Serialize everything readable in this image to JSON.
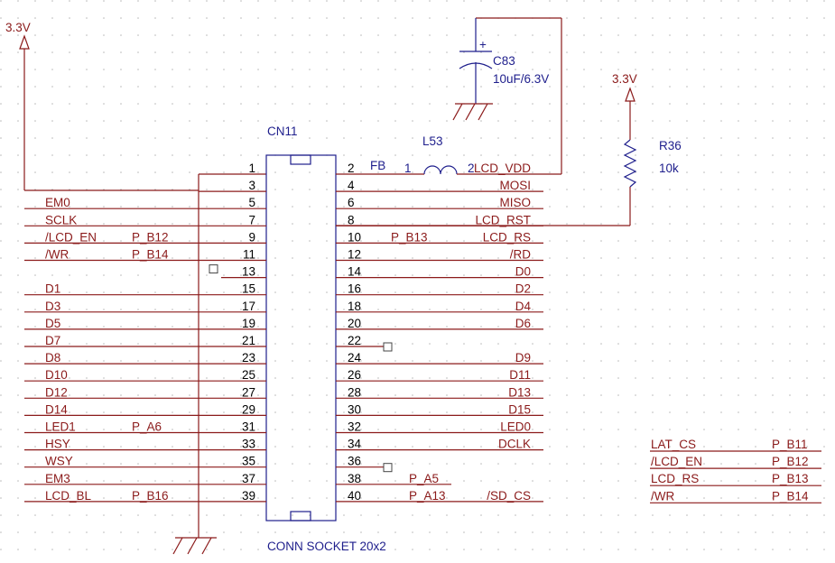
{
  "power": {
    "left_label": "3.3V",
    "right_label": "3.3V"
  },
  "connector": {
    "ref": "CN11",
    "value": "CONN SOCKET 20x2"
  },
  "capacitor": {
    "ref": "C83",
    "value": "10uF/6.3V",
    "polarity": "+"
  },
  "inductor": {
    "ref": "L53",
    "label": "FB",
    "pin1": "1",
    "pin2": "2"
  },
  "resistor": {
    "ref": "R36",
    "value": "10k"
  },
  "left_pins": [
    {
      "num": "1",
      "net": "",
      "port": ""
    },
    {
      "num": "3",
      "net": "",
      "port": ""
    },
    {
      "num": "5",
      "net": "EM0",
      "port": ""
    },
    {
      "num": "7",
      "net": "SCLK",
      "port": ""
    },
    {
      "num": "9",
      "net": "/LCD_EN",
      "port": "P_B12"
    },
    {
      "num": "11",
      "net": "/WR",
      "port": "P_B14"
    },
    {
      "num": "13",
      "net": "",
      "port": ""
    },
    {
      "num": "15",
      "net": "D1",
      "port": ""
    },
    {
      "num": "17",
      "net": "D3",
      "port": ""
    },
    {
      "num": "19",
      "net": "D5",
      "port": ""
    },
    {
      "num": "21",
      "net": "D7",
      "port": ""
    },
    {
      "num": "23",
      "net": "D8",
      "port": ""
    },
    {
      "num": "25",
      "net": "D10",
      "port": ""
    },
    {
      "num": "27",
      "net": "D12",
      "port": ""
    },
    {
      "num": "29",
      "net": "D14",
      "port": ""
    },
    {
      "num": "31",
      "net": "LED1",
      "port": "P_A6"
    },
    {
      "num": "33",
      "net": "HSY",
      "port": ""
    },
    {
      "num": "35",
      "net": "WSY",
      "port": ""
    },
    {
      "num": "37",
      "net": "EM3",
      "port": ""
    },
    {
      "num": "39",
      "net": "LCD_BL",
      "port": "P_B16"
    }
  ],
  "right_pins": [
    {
      "num": "2",
      "net": "LCD_VDD",
      "port": ""
    },
    {
      "num": "4",
      "net": "MOSI",
      "port": ""
    },
    {
      "num": "6",
      "net": "MISO",
      "port": ""
    },
    {
      "num": "8",
      "net": "LCD_RST",
      "port": ""
    },
    {
      "num": "10",
      "net": "LCD_RS",
      "port": "P_B13"
    },
    {
      "num": "12",
      "net": "/RD",
      "port": ""
    },
    {
      "num": "14",
      "net": "D0",
      "port": ""
    },
    {
      "num": "16",
      "net": "D2",
      "port": ""
    },
    {
      "num": "18",
      "net": "D4",
      "port": ""
    },
    {
      "num": "20",
      "net": "D6",
      "port": ""
    },
    {
      "num": "22",
      "net": "",
      "port": ""
    },
    {
      "num": "24",
      "net": "D9",
      "port": ""
    },
    {
      "num": "26",
      "net": "D11",
      "port": ""
    },
    {
      "num": "28",
      "net": "D13",
      "port": ""
    },
    {
      "num": "30",
      "net": "D15",
      "port": ""
    },
    {
      "num": "32",
      "net": "LED0",
      "port": ""
    },
    {
      "num": "34",
      "net": "DCLK",
      "port": ""
    },
    {
      "num": "36",
      "net": "",
      "port": ""
    },
    {
      "num": "38",
      "net": "",
      "port": "P_A5"
    },
    {
      "num": "40",
      "net": "/SD_CS",
      "port": "P_A13"
    }
  ],
  "pin_table": [
    {
      "signal": "LAT_CS",
      "port": "P_B11"
    },
    {
      "signal": "/LCD_EN",
      "port": "P_B12"
    },
    {
      "signal": "LCD_RS",
      "port": "P_B13"
    },
    {
      "signal": "/WR",
      "port": "P_B14"
    }
  ]
}
